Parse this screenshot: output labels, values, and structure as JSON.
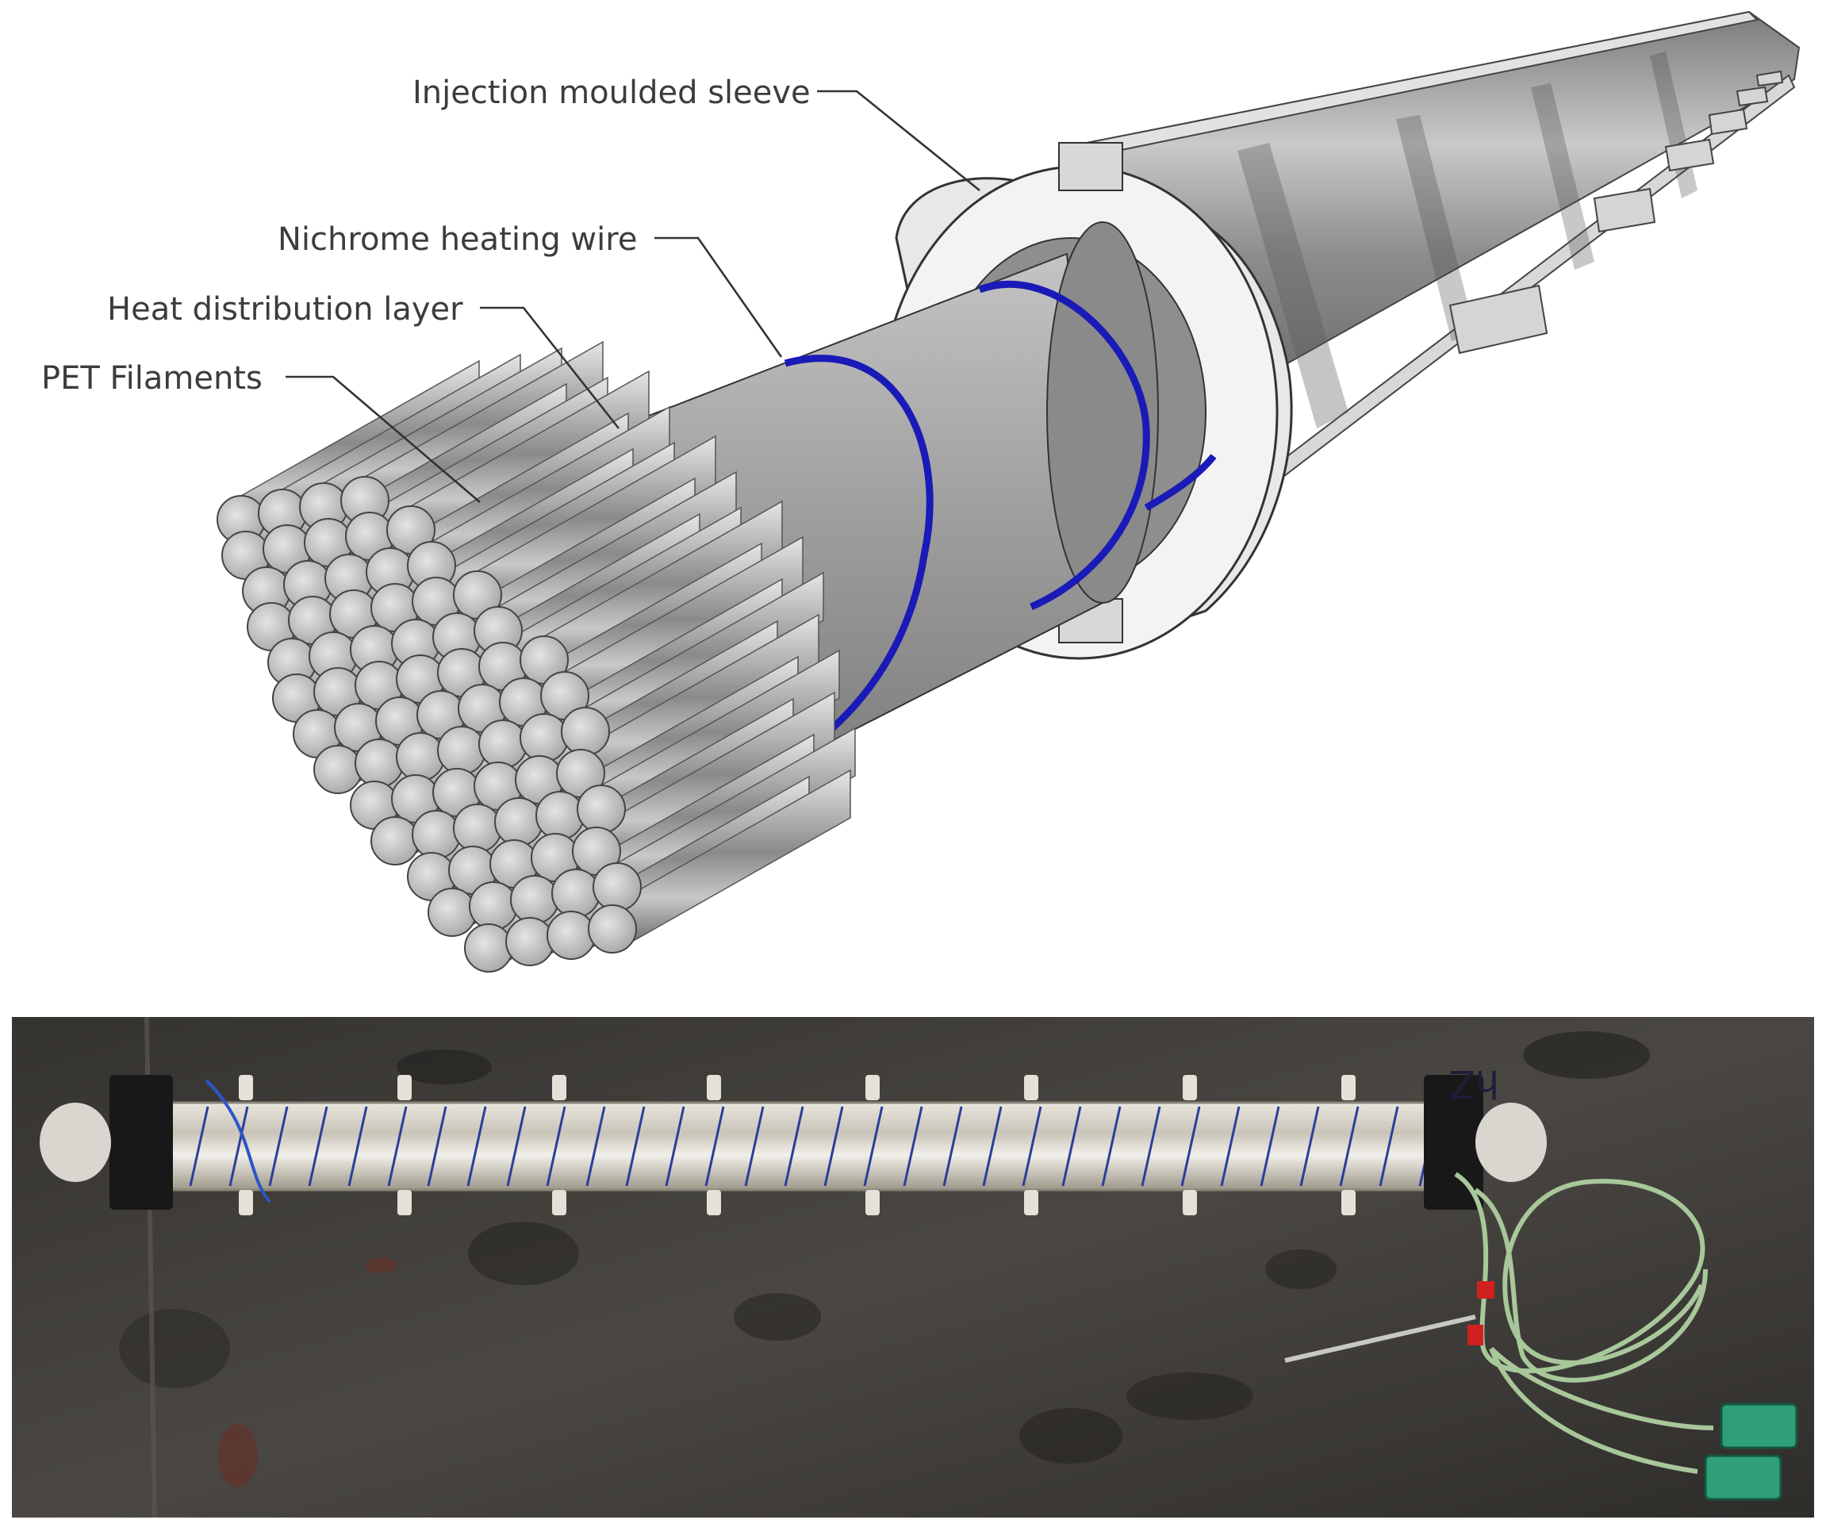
{
  "diagram": {
    "labels": [
      {
        "id": "sleeve",
        "text": "Injection moulded sleeve"
      },
      {
        "id": "nichrome",
        "text": "Nichrome heating wire"
      },
      {
        "id": "heat_layer",
        "text": "Heat distribution layer"
      },
      {
        "id": "pet",
        "text": "PET Filaments"
      }
    ],
    "colors": {
      "heating_wire": "#1a1ab8",
      "filament": "#b8b8b8",
      "sleeve": "#dcdcdc",
      "layer": "#a9a9a9",
      "background_photo": "#3d3b38",
      "thermocouple_wire": "#a8c79a",
      "connector": "#2e9f79"
    }
  },
  "photo": {
    "handwritten_mark": "hZ"
  }
}
